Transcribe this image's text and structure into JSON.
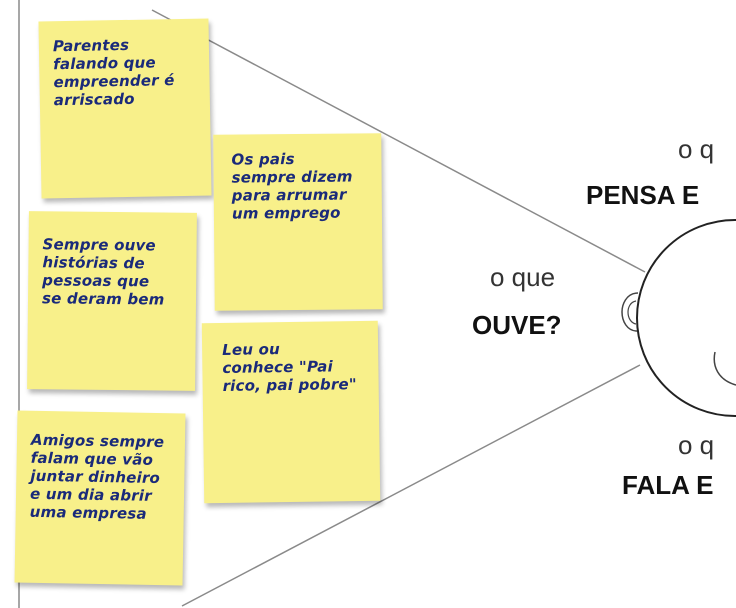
{
  "notes": [
    {
      "text": "Parentes\nfalando que\nempreender é\narriscado"
    },
    {
      "text": "Os pais\nsempre dizem\npara arrumar\num emprego"
    },
    {
      "text": "Sempre ouve\nhistórias de\npessoas que\nse deram bem"
    },
    {
      "text": "Leu ou\nconhece \"Pai\nrico, pai pobre\""
    },
    {
      "text": "Amigos sempre\nfalam que vão\njuntar dinheiro\ne um dia abrir\numa empresa"
    }
  ],
  "labels": {
    "thinks_small": "o q",
    "thinks_big": "PENSA E",
    "hears_small": "o que",
    "hears_big": "OUVE?",
    "says_small": "o q",
    "says_big": "FALA E"
  },
  "colors": {
    "note_fill": "#f8f08a",
    "note_text": "#1a2a7a",
    "line": "#8a8a8a"
  }
}
